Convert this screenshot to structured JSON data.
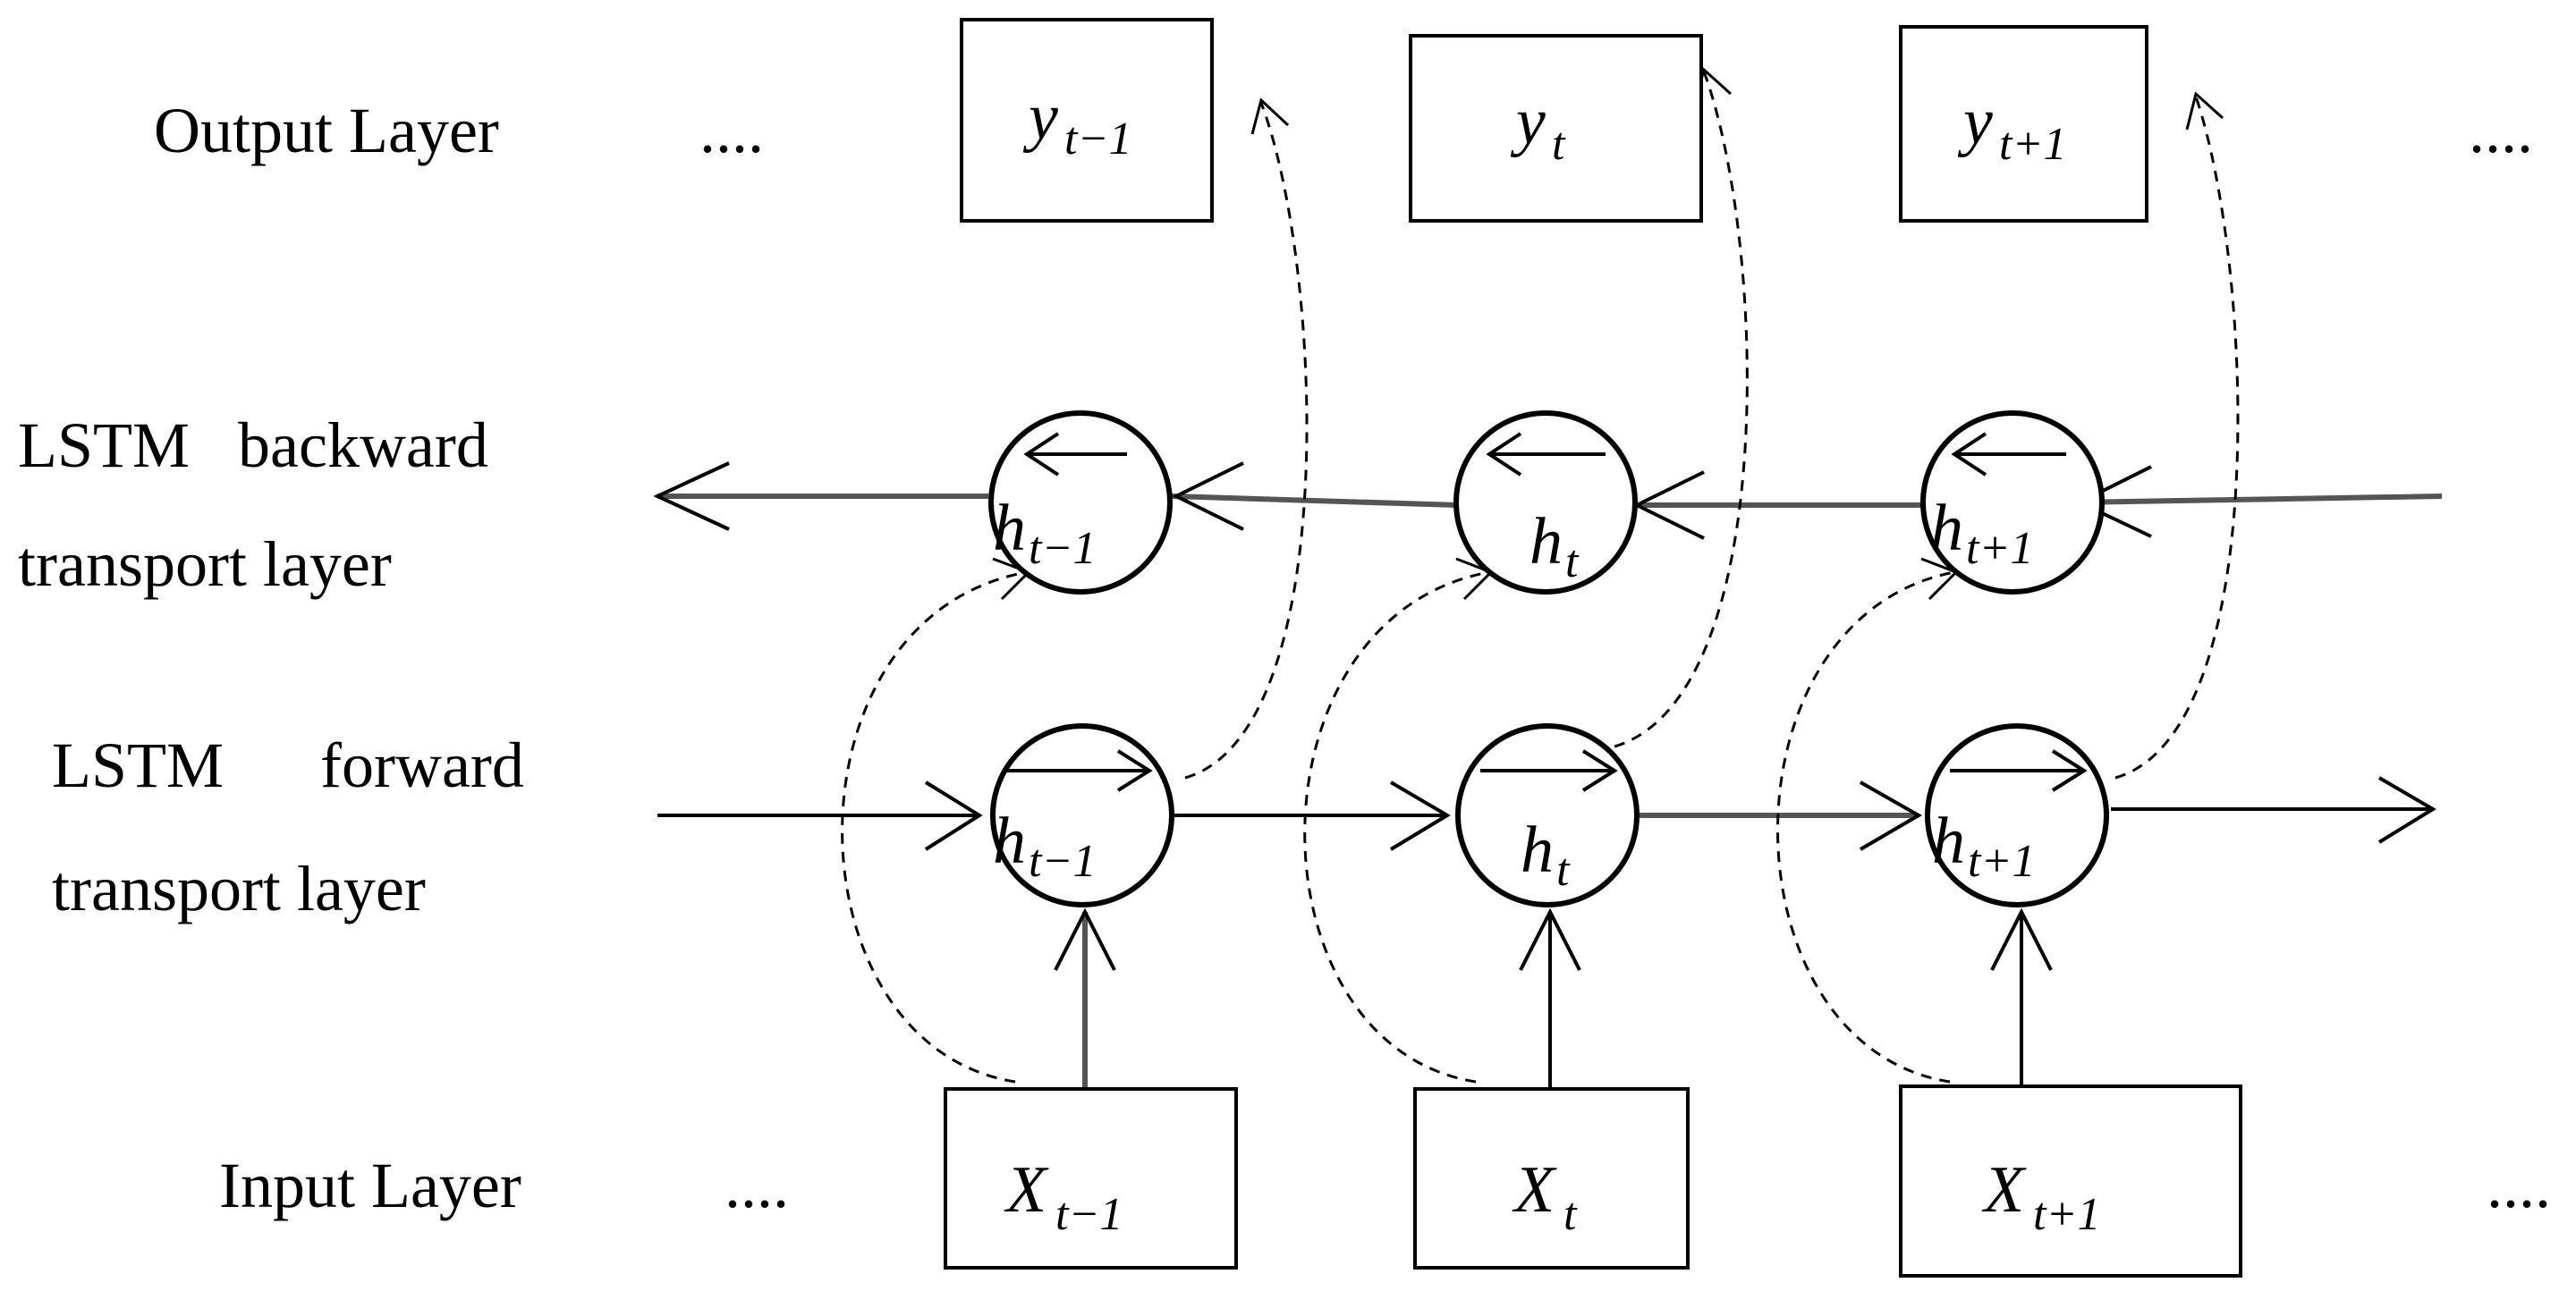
{
  "layers": {
    "output": "Output Layer",
    "backward_line1": "LSTM   backward",
    "backward_line2": "transport layer",
    "forward_line1": "LSTM      forward",
    "forward_line2": "transport layer",
    "input": "Input Layer"
  },
  "ellipsis": "....",
  "outputs": [
    {
      "base": "y",
      "sub": "t−1"
    },
    {
      "base": "y",
      "sub": "t"
    },
    {
      "base": "y",
      "sub": "t+1"
    }
  ],
  "backward_states": [
    {
      "base": "h",
      "sub": "t−1"
    },
    {
      "base": "h",
      "sub": "t"
    },
    {
      "base": "h",
      "sub": "t+1"
    }
  ],
  "forward_states": [
    {
      "base": "h",
      "sub": "t−1"
    },
    {
      "base": "h",
      "sub": "t"
    },
    {
      "base": "h",
      "sub": "t+1"
    }
  ],
  "inputs": [
    {
      "base": "X",
      "sub": "t−1"
    },
    {
      "base": "X",
      "sub": "t"
    },
    {
      "base": "X",
      "sub": "t+1"
    }
  ]
}
